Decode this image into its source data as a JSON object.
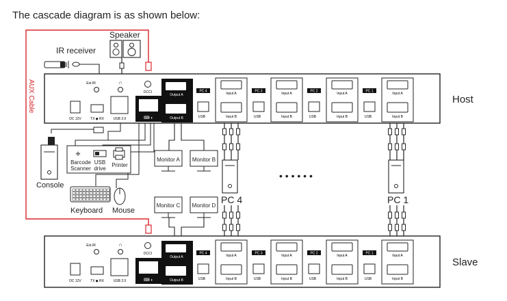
{
  "heading": "The cascade diagram is as shown below:",
  "colors": {
    "aux_cable": "#d9262b",
    "panel_dark": "#111111",
    "line": "#222222"
  },
  "labels": {
    "speaker": "Speaker",
    "ir_receiver": "IR receiver",
    "aux_cable": "AUX Cable",
    "host": "Host",
    "slave": "Slave",
    "console": "Console",
    "barcode_scanner_1": "Barcode",
    "barcode_scanner_2": "Scanner",
    "usb_drive_1": "USB",
    "usb_drive_2": "drive",
    "printer": "Printer",
    "keyboard": "Keyboard",
    "mouse": "Mouse",
    "monitor_a": "Monitor A",
    "monitor_b": "Monitor B",
    "monitor_c": "Monitor C",
    "monitor_d": "Monitor D",
    "pc4": "PC 4",
    "pc1": "PC 1",
    "ellipsis": "• • • • • •"
  },
  "device_ports": {
    "ext_ir": "Ext.IR",
    "audio": "∩",
    "dcci": "DCCI",
    "dc12v": "DC 12V",
    "txrx": "TX ◆ RX",
    "usb20": "USB 2.0",
    "output_a": "Output A",
    "output_b": "Output B",
    "usb": "USB",
    "input_a": "Input A",
    "input_b": "Input B"
  },
  "pc_ports": [
    "PC 4",
    "PC 3",
    "PC 2",
    "PC 1"
  ]
}
